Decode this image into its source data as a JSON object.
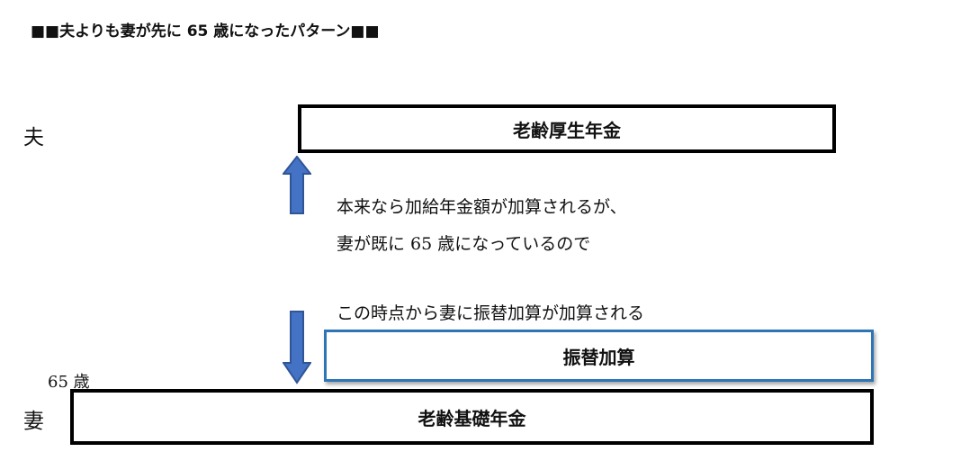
{
  "title": "■■夫よりも妻が先に 65 歳になったパターン■■",
  "rows": {
    "husband_label": "夫",
    "wife_label": "妻"
  },
  "boxes": {
    "husband_pension": "老齢厚生年金",
    "transfer_addition": "振替加算",
    "wife_basic_pension": "老齢基礎年金"
  },
  "notes": {
    "line1": "本来なら加給年金額が加算されるが、",
    "line2": "妻が既に 65 歳になっているので",
    "line3": "この時点から妻に振替加算が加算される"
  },
  "age_marker": "65 歳",
  "colors": {
    "arrow_fill": "#4472c4",
    "arrow_stroke": "#2f5597",
    "transfer_border": "#2e75b6"
  },
  "icons": {
    "up": "arrow-up-icon",
    "down": "arrow-down-icon"
  }
}
